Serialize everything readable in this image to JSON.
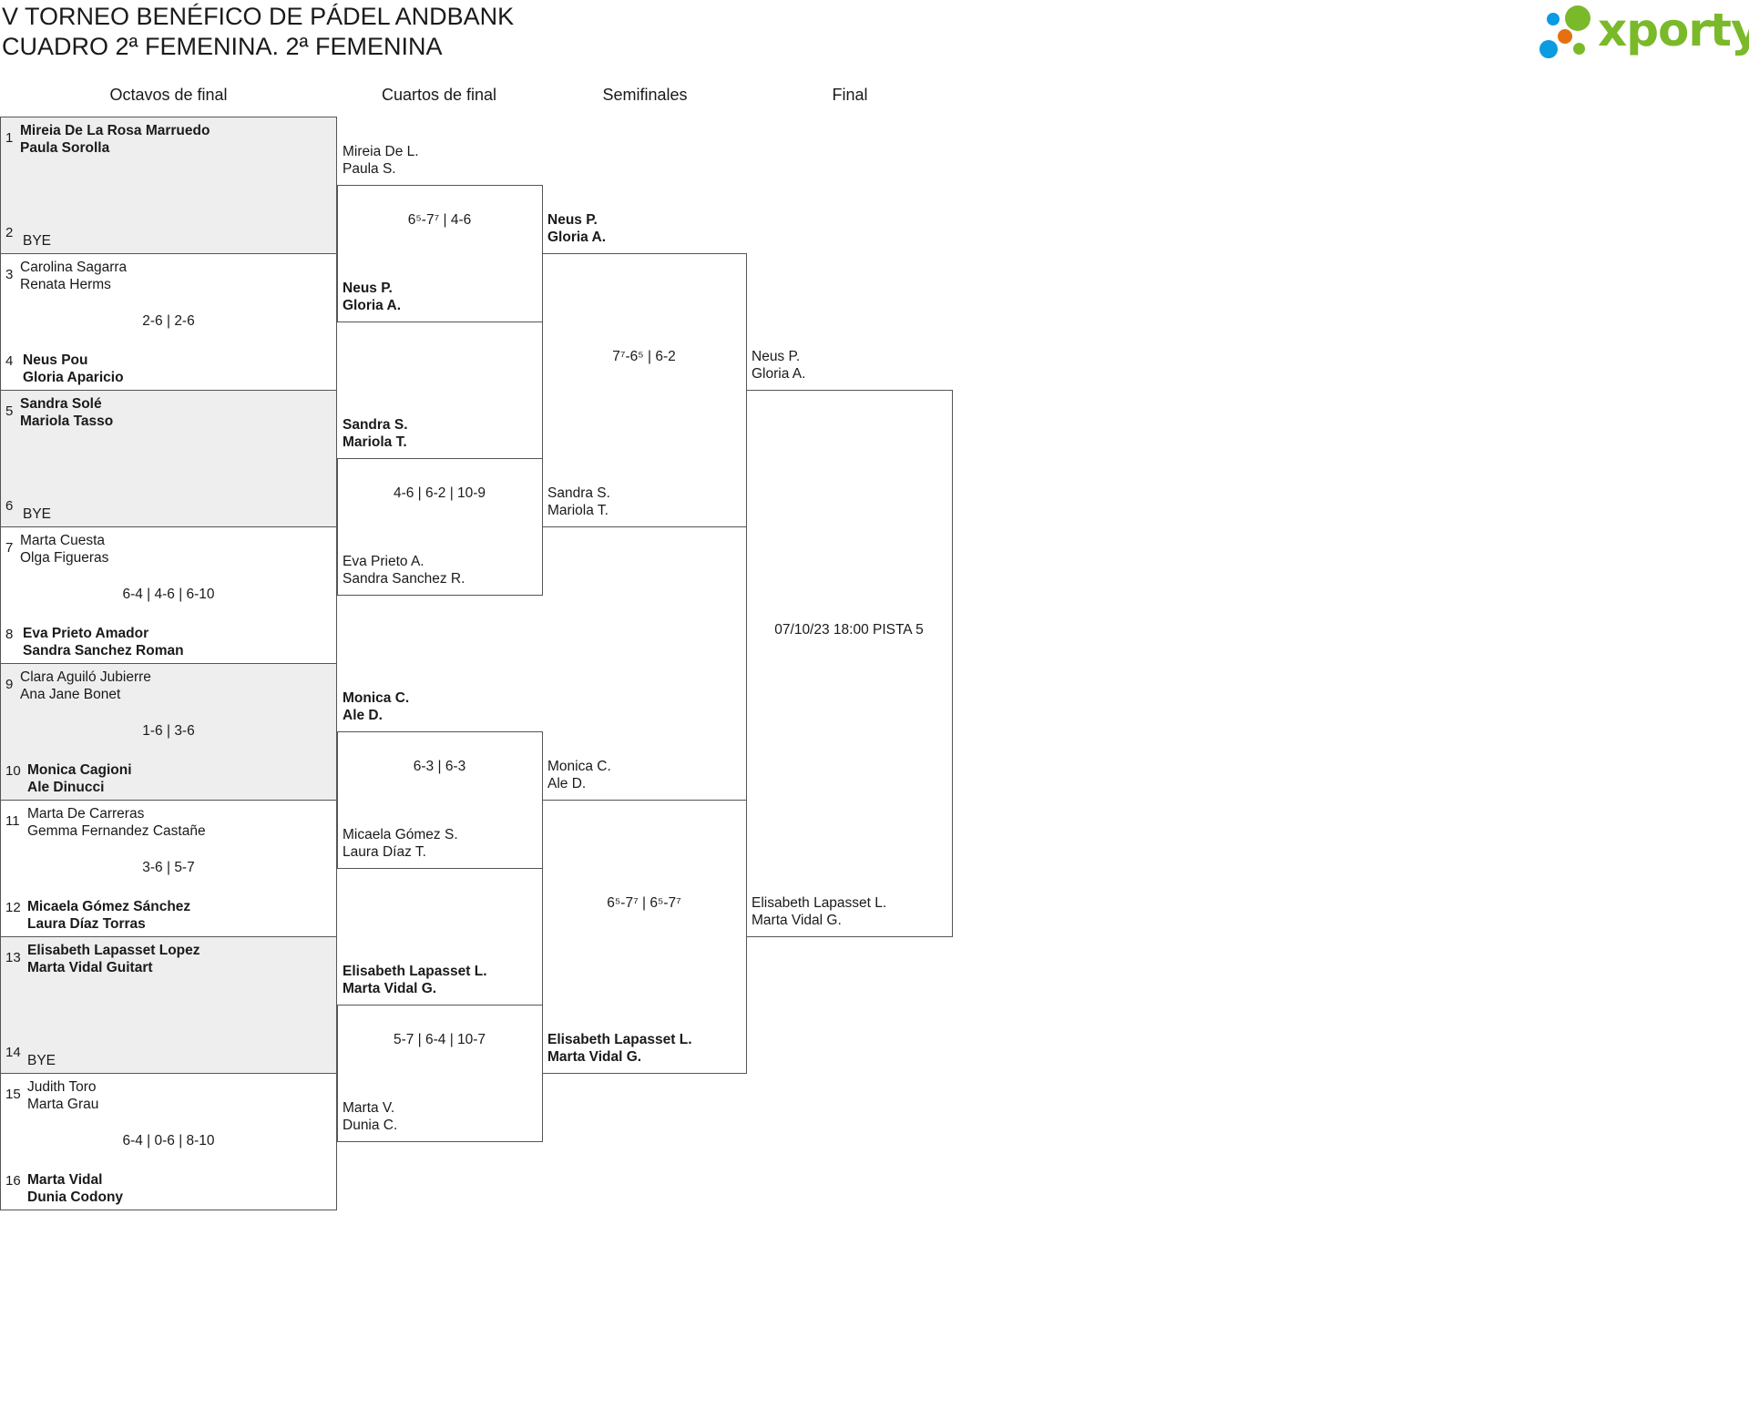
{
  "header": {
    "title_line1": "V TORNEO BENÉFICO DE PÁDEL ANDBANK",
    "title_line2": "CUADRO 2ª FEMENINA. 2ª FEMENINA",
    "logo_text": "xporty",
    "colors": {
      "green": "#7ab929",
      "blue": "#0a9be0",
      "orange": "#e5700f"
    }
  },
  "rounds": [
    "Octavos de final",
    "Cuartos de final",
    "Semifinales",
    "Final"
  ],
  "round1": [
    {
      "top": {
        "seed": "1",
        "players": [
          "Mireia De La Rosa Marruedo",
          "Paula Sorolla"
        ],
        "winner": true
      },
      "bottom": {
        "seed": "2",
        "players": [
          "BYE"
        ],
        "winner": false
      },
      "score": ""
    },
    {
      "top": {
        "seed": "3",
        "players": [
          "Carolina Sagarra",
          "Renata Herms"
        ],
        "winner": false
      },
      "bottom": {
        "seed": "4",
        "players": [
          "Neus Pou",
          "Gloria Aparicio"
        ],
        "winner": true
      },
      "score": "2-6 | 2-6"
    },
    {
      "top": {
        "seed": "5",
        "players": [
          "Sandra Solé",
          "Mariola Tasso"
        ],
        "winner": true
      },
      "bottom": {
        "seed": "6",
        "players": [
          "BYE"
        ],
        "winner": false
      },
      "score": ""
    },
    {
      "top": {
        "seed": "7",
        "players": [
          "Marta Cuesta",
          "Olga Figueras"
        ],
        "winner": false
      },
      "bottom": {
        "seed": "8",
        "players": [
          "Eva Prieto Amador",
          "Sandra Sanchez Roman"
        ],
        "winner": true
      },
      "score": "6-4 | 4-6 | 6-10"
    },
    {
      "top": {
        "seed": "9",
        "players": [
          "Clara Aguiló Jubierre",
          "Ana Jane Bonet"
        ],
        "winner": false
      },
      "bottom": {
        "seed": "10",
        "players": [
          "Monica Cagioni",
          "Ale Dinucci"
        ],
        "winner": true
      },
      "score": "1-6 | 3-6"
    },
    {
      "top": {
        "seed": "11",
        "players": [
          "Marta De Carreras",
          "Gemma Fernandez Castañe"
        ],
        "winner": false
      },
      "bottom": {
        "seed": "12",
        "players": [
          "Micaela Gómez Sánchez",
          "Laura Díaz Torras"
        ],
        "winner": true
      },
      "score": "3-6 | 5-7"
    },
    {
      "top": {
        "seed": "13",
        "players": [
          "Elisabeth Lapasset Lopez",
          "Marta Vidal Guitart"
        ],
        "winner": true
      },
      "bottom": {
        "seed": "14",
        "players": [
          "BYE"
        ],
        "winner": false
      },
      "score": ""
    },
    {
      "top": {
        "seed": "15",
        "players": [
          "Judith Toro",
          "Marta Grau"
        ],
        "winner": false
      },
      "bottom": {
        "seed": "16",
        "players": [
          "Marta Vidal",
          "Dunia Codony"
        ],
        "winner": true
      },
      "score": "6-4 | 0-6 | 8-10"
    }
  ],
  "later_rounds": [
    [
      {
        "top": {
          "players": [
            "Mireia De L.",
            "Paula S."
          ],
          "winner": false
        },
        "bottom": {
          "players": [
            "Neus P.",
            "Gloria A."
          ],
          "winner": true
        },
        "score": "6⁵-7⁷ | 4-6"
      },
      {
        "top": {
          "players": [
            "Sandra S.",
            "Mariola T."
          ],
          "winner": true
        },
        "bottom": {
          "players": [
            "Eva Prieto A.",
            "Sandra Sanchez R."
          ],
          "winner": false
        },
        "score": "4-6 | 6-2 | 10-9"
      },
      {
        "top": {
          "players": [
            "Monica C.",
            "Ale D."
          ],
          "winner": true
        },
        "bottom": {
          "players": [
            "Micaela Gómez S.",
            "Laura Díaz T."
          ],
          "winner": false
        },
        "score": "6-3 | 6-3"
      },
      {
        "top": {
          "players": [
            "Elisabeth Lapasset L.",
            "Marta Vidal G."
          ],
          "winner": true
        },
        "bottom": {
          "players": [
            "Marta V.",
            "Dunia C."
          ],
          "winner": false
        },
        "score": "5-7 | 6-4 | 10-7"
      }
    ],
    [
      {
        "top": {
          "players": [
            "Neus P.",
            "Gloria A."
          ],
          "winner": true
        },
        "bottom": {
          "players": [
            "Sandra S.",
            "Mariola T."
          ],
          "winner": false
        },
        "score": "7⁷-6⁵ | 6-2"
      },
      {
        "top": {
          "players": [
            "Monica C.",
            "Ale D."
          ],
          "winner": false
        },
        "bottom": {
          "players": [
            "Elisabeth Lapasset L.",
            "Marta Vidal G."
          ],
          "winner": true
        },
        "score": "6⁵-7⁷ | 6⁵-7⁷"
      }
    ],
    [
      {
        "top": {
          "players": [
            "Neus P.",
            "Gloria A."
          ],
          "winner": false
        },
        "bottom": {
          "players": [
            "Elisabeth Lapasset L.",
            "Marta Vidal G."
          ],
          "winner": false
        },
        "score": "07/10/23 18:00 PISTA 5"
      }
    ]
  ]
}
